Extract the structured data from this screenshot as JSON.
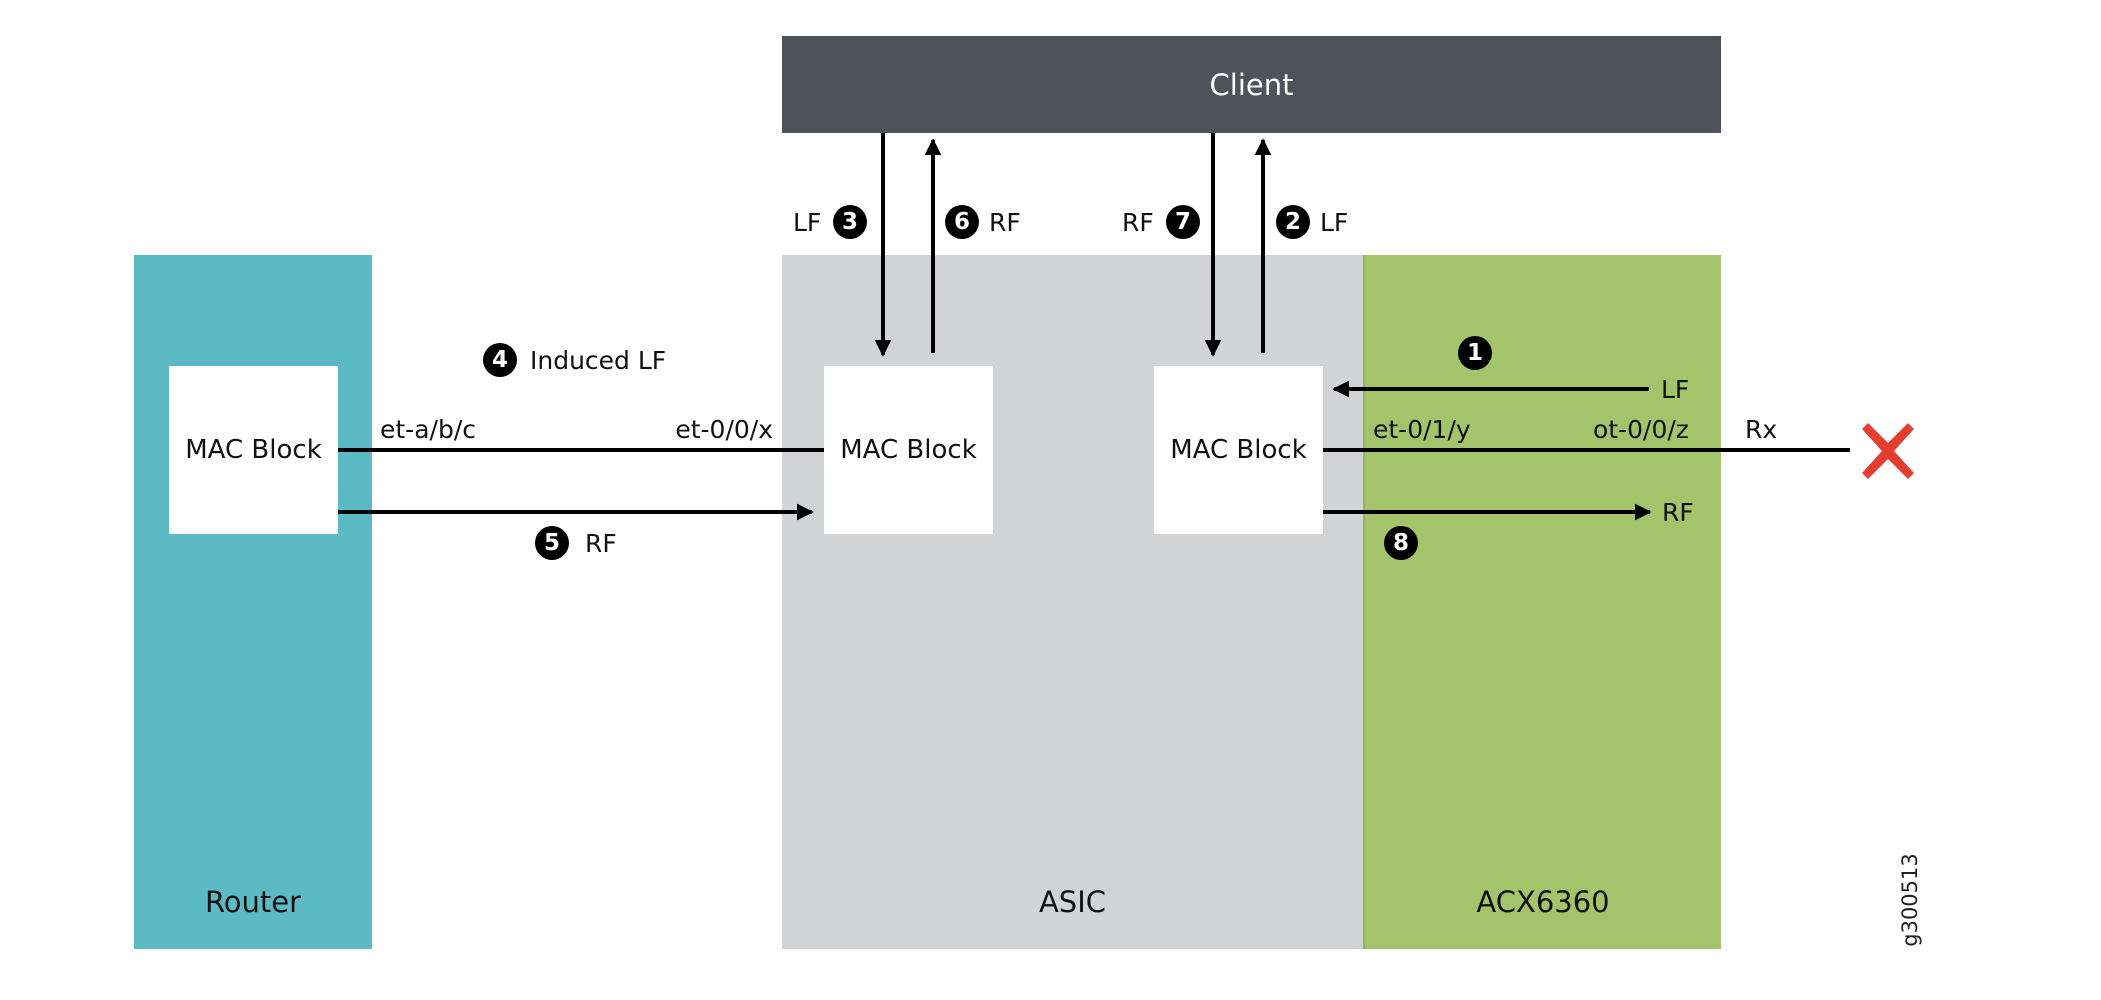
{
  "diagram": {
    "client": {
      "label": "Client"
    },
    "zones": {
      "router": "Router",
      "asic": "ASIC",
      "acx": "ACX6360"
    },
    "mac_blocks": [
      "MAC Block",
      "MAC Block",
      "MAC Block"
    ],
    "ports": {
      "router_port": "et-a/b/c",
      "asic_port_x": "et-0/0/x",
      "asic_port_y": "et-0/1/y",
      "optical_port": "ot-0/0/z",
      "rx": "Rx"
    },
    "steps": [
      {
        "num": "1",
        "signal": "LF"
      },
      {
        "num": "2",
        "signal": "LF"
      },
      {
        "num": "3",
        "signal": "LF"
      },
      {
        "num": "4",
        "signal": "Induced LF"
      },
      {
        "num": "5",
        "signal": "RF"
      },
      {
        "num": "6",
        "signal": "RF"
      },
      {
        "num": "7",
        "signal": "RF"
      },
      {
        "num": "8",
        "signal": "RF"
      }
    ],
    "failure_marker": "red-x-icon",
    "figure_id": "g300513",
    "colors": {
      "client": "#4D525B",
      "router": "#5BBAC4",
      "asic": "#D1D3D4",
      "acx": "#A3C46A",
      "failure": "#E53D2F"
    }
  }
}
